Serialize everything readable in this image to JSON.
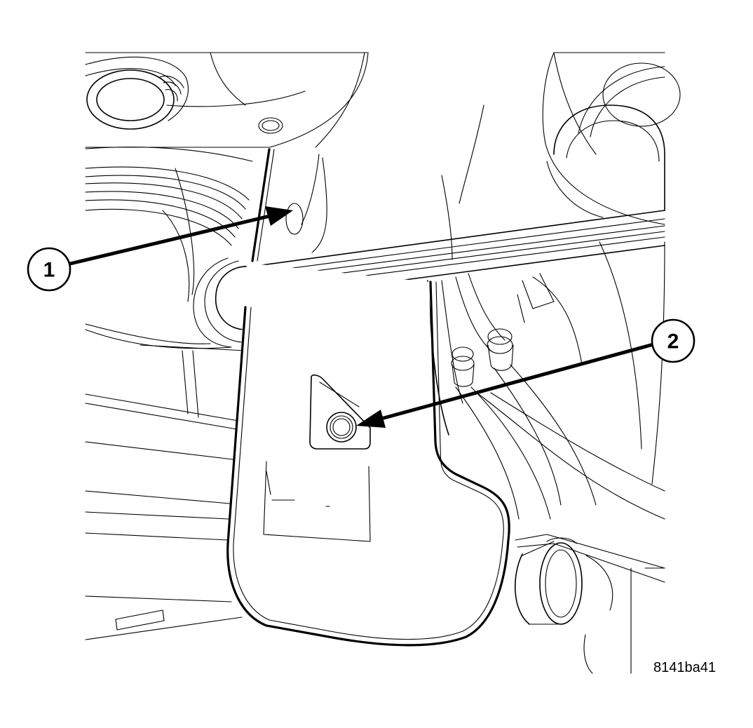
{
  "figure": {
    "callouts": [
      {
        "number": "1",
        "target": "hole"
      },
      {
        "number": "2",
        "target": "bolt"
      }
    ],
    "figure_id": "8141ba41"
  }
}
